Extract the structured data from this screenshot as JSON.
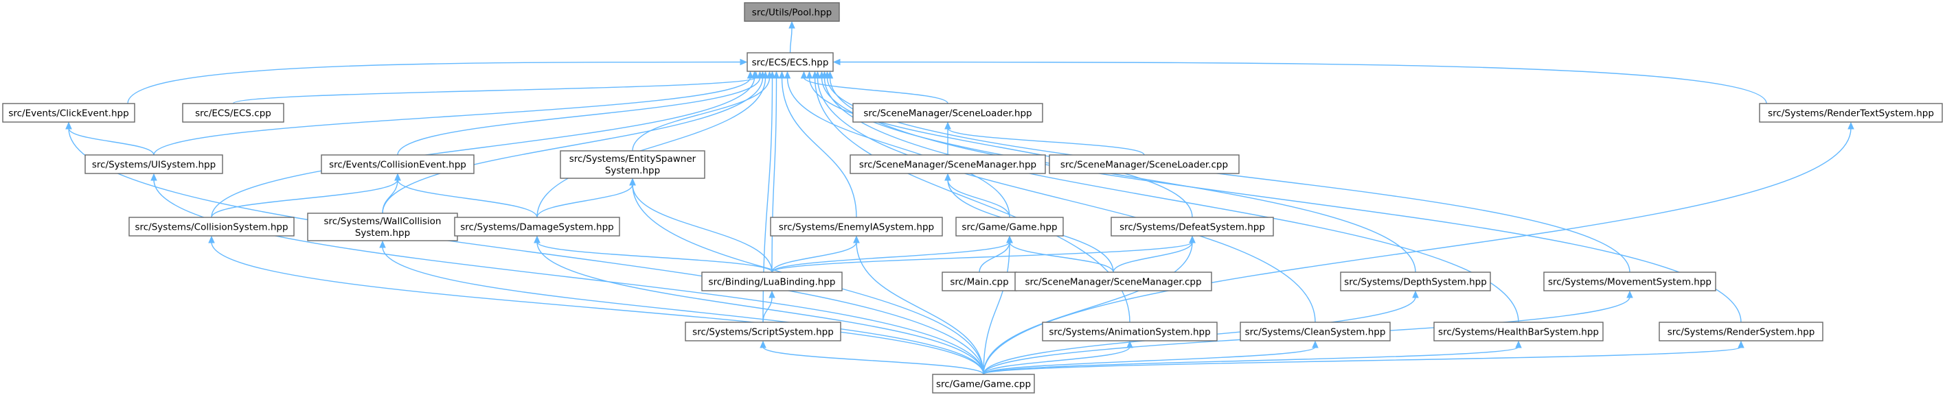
{
  "diagram": {
    "nodes": {
      "pool": {
        "label": "src/Utils/Pool.hpp"
      },
      "ecs": {
        "label": "src/ECS/ECS.hpp"
      },
      "clickevent": {
        "label": "src/Events/ClickEvent.hpp"
      },
      "ecscpp": {
        "label": "src/ECS/ECS.cpp"
      },
      "sceneloaderhpp": {
        "label": "src/SceneManager/SceneLoader.hpp"
      },
      "rendertext": {
        "label": "src/Systems/RenderTextSystem.hpp"
      },
      "uisystem": {
        "label": "src/Systems/UISystem.hpp"
      },
      "collisionevent": {
        "label": "src/Events/CollisionEvent.hpp"
      },
      "entityspawner": {
        "label_line1": "src/Systems/EntitySpawner",
        "label_line2": "System.hpp"
      },
      "scenemanagerhpp": {
        "label": "src/SceneManager/SceneManager.hpp"
      },
      "sceneloadercpp": {
        "label": "src/SceneManager/SceneLoader.cpp"
      },
      "collisionsystem": {
        "label": "src/Systems/CollisionSystem.hpp"
      },
      "wallcollision": {
        "label_line1": "src/Systems/WallCollision",
        "label_line2": "System.hpp"
      },
      "damagesystem": {
        "label": "src/Systems/DamageSystem.hpp"
      },
      "enemyia": {
        "label": "src/Systems/EnemyIASystem.hpp"
      },
      "gamehpp": {
        "label": "src/Game/Game.hpp"
      },
      "defeatsystem": {
        "label": "src/Systems/DefeatSystem.hpp"
      },
      "luabinding": {
        "label": "src/Binding/LuaBinding.hpp"
      },
      "maincpp": {
        "label": "src/Main.cpp"
      },
      "scenemanagercpp": {
        "label": "src/SceneManager/SceneManager.cpp"
      },
      "depthsystem": {
        "label": "src/Systems/DepthSystem.hpp"
      },
      "movementsystem": {
        "label": "src/Systems/MovementSystem.hpp"
      },
      "scriptsystem": {
        "label": "src/Systems/ScriptSystem.hpp"
      },
      "animationsystem": {
        "label": "src/Systems/AnimationSystem.hpp"
      },
      "cleansystem": {
        "label": "src/Systems/CleanSystem.hpp"
      },
      "healthbarsystem": {
        "label": "src/Systems/HealthBarSystem.hpp"
      },
      "rendersystem": {
        "label": "src/Systems/RenderSystem.hpp"
      },
      "gamecpp": {
        "label": "src/Game/Game.cpp"
      }
    },
    "edges": [
      [
        "pool",
        "ecs"
      ],
      [
        "ecs",
        "clickevent"
      ],
      [
        "ecs",
        "ecscpp"
      ],
      [
        "ecs",
        "sceneloaderhpp"
      ],
      [
        "ecs",
        "rendertext"
      ],
      [
        "ecs",
        "uisystem"
      ],
      [
        "ecs",
        "collisionevent"
      ],
      [
        "ecs",
        "entityspawner"
      ],
      [
        "ecs",
        "collisionsystem"
      ],
      [
        "ecs",
        "wallcollision"
      ],
      [
        "ecs",
        "damagesystem"
      ],
      [
        "ecs",
        "enemyia"
      ],
      [
        "ecs",
        "gamehpp"
      ],
      [
        "ecs",
        "defeatsystem"
      ],
      [
        "ecs",
        "luabinding"
      ],
      [
        "ecs",
        "depthsystem"
      ],
      [
        "ecs",
        "movementsystem"
      ],
      [
        "ecs",
        "scriptsystem"
      ],
      [
        "ecs",
        "animationsystem"
      ],
      [
        "ecs",
        "cleansystem"
      ],
      [
        "ecs",
        "healthbarsystem"
      ],
      [
        "ecs",
        "rendersystem"
      ],
      [
        "clickevent",
        "uisystem"
      ],
      [
        "clickevent",
        "gamecpp"
      ],
      [
        "uisystem",
        "gamecpp"
      ],
      [
        "collisionevent",
        "collisionsystem"
      ],
      [
        "collisionevent",
        "wallcollision"
      ],
      [
        "collisionevent",
        "damagesystem"
      ],
      [
        "entityspawner",
        "damagesystem"
      ],
      [
        "entityspawner",
        "luabinding"
      ],
      [
        "entityspawner",
        "gamecpp"
      ],
      [
        "sceneloaderhpp",
        "scenemanagerhpp"
      ],
      [
        "sceneloaderhpp",
        "sceneloadercpp"
      ],
      [
        "scenemanagerhpp",
        "gamehpp"
      ],
      [
        "scenemanagerhpp",
        "scenemanagercpp"
      ],
      [
        "collisionsystem",
        "gamecpp"
      ],
      [
        "wallcollision",
        "gamecpp"
      ],
      [
        "damagesystem",
        "luabinding"
      ],
      [
        "damagesystem",
        "gamecpp"
      ],
      [
        "enemyia",
        "luabinding"
      ],
      [
        "enemyia",
        "gamecpp"
      ],
      [
        "gamehpp",
        "luabinding"
      ],
      [
        "gamehpp",
        "maincpp"
      ],
      [
        "gamehpp",
        "scenemanagercpp"
      ],
      [
        "gamehpp",
        "gamecpp"
      ],
      [
        "defeatsystem",
        "luabinding"
      ],
      [
        "defeatsystem",
        "scenemanagercpp"
      ],
      [
        "defeatsystem",
        "gamecpp"
      ],
      [
        "luabinding",
        "scriptsystem"
      ],
      [
        "scriptsystem",
        "gamecpp"
      ],
      [
        "depthsystem",
        "gamecpp"
      ],
      [
        "movementsystem",
        "gamecpp"
      ],
      [
        "animationsystem",
        "gamecpp"
      ],
      [
        "cleansystem",
        "gamecpp"
      ],
      [
        "healthbarsystem",
        "gamecpp"
      ],
      [
        "rendersystem",
        "gamecpp"
      ],
      [
        "rendertext",
        "gamecpp"
      ]
    ]
  }
}
